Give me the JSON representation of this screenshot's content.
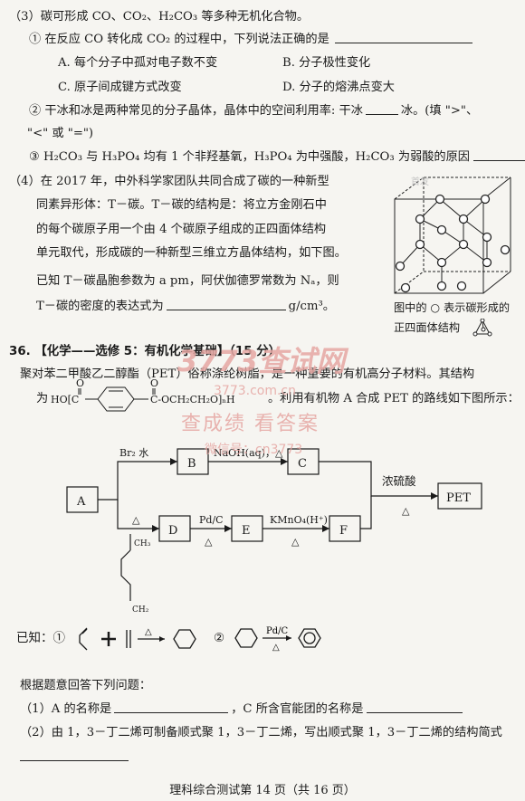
{
  "q3": {
    "intro": "（3）碳可形成 CO、CO₂、H₂CO₃ 等多种无机化合物。",
    "sub1": "① 在反应 CO 转化成 CO₂ 的过程中，下列说法正确的是",
    "optA": "A. 每个分子中孤对电子数不变",
    "optB": "B. 分子极性变化",
    "optC": "C. 原子间成键方式改变",
    "optD": "D. 分子的熔沸点变大",
    "sub2a": "② 干冰和冰是两种常见的分子晶体，晶体中的空间利用率: 干冰",
    "sub2b": "冰。(填 \">\"、",
    "sub2c": "\"<\" 或 \"=\")",
    "sub3": "③ H₂CO₃ 与 H₃PO₄ 均有 1 个非羟基氧，H₃PO₄ 为中强酸，H₂CO₃ 为弱酸的原因"
  },
  "q4": {
    "l1": "（4）在 2017 年，中外科学家团队共同合成了碳的一种新型",
    "l2": "同素异形体：T－碳。T－碳的结构是：将立方金刚石中",
    "l3": "的每个碳原子用一个由 4 个碳原子组成的正四面体结构",
    "l4": "单元取代，形成碳的一种新型三维立方晶体结构，如下图。",
    "l5": "已知 T－碳晶胞参数为 a pm，阿伏伽德罗常数为 Nₐ，则",
    "l6": "T－碳的密度的表达式为",
    "unit": "g/cm³。",
    "caption1": "图中的 ○ 表示碳形成的",
    "caption2": "正四面体结构"
  },
  "q36": {
    "header": "36. 【化学——选修 5：有机化学基础】（15 分）",
    "l1": "聚对苯二甲酸乙二醇酯（PET）俗称涤纶树脂，是一种重要的有机高分子材料。其结构",
    "l2a": "为",
    "l2b": "。利用有机物 A 合成 PET 的路线如下图所示：",
    "formula_left": "HO[C",
    "formula_right": "C-OCH₂CH₂O]ₙH",
    "known": "已知：①",
    "known2": "②",
    "ask": "根据题意回答下列问题：",
    "a1a": "（1）A 的名称是",
    "a1b": "，C 所含官能团的名称是",
    "a2": "（2）由 1，3－丁二烯可制备顺式聚 1，3－丁二烯，写出顺式聚 1，3－丁二烯的结构简式"
  },
  "scheme": {
    "A": "A",
    "B": "B",
    "C": "C",
    "D": "D",
    "E": "E",
    "F": "F",
    "PET": "PET",
    "r1": "Br₂ 水",
    "r2": "NaOH(aq)，△",
    "r3": "浓硫酸",
    "r4": "△",
    "r5": "Pd/C",
    "r6": "KMnO₄(H⁺)",
    "heat": "△",
    "ch3": "CH₃",
    "ch2": "CH₂",
    "pdc": "Pd/C"
  },
  "watermark": {
    "w1": "3773查试网",
    "w2": "3773.com.cn",
    "w3": "查成绩 看答案",
    "w4": "微信号：cn3773",
    "w5": "首发"
  },
  "footer": "理科综合测试第 14 页（共 16 页）"
}
